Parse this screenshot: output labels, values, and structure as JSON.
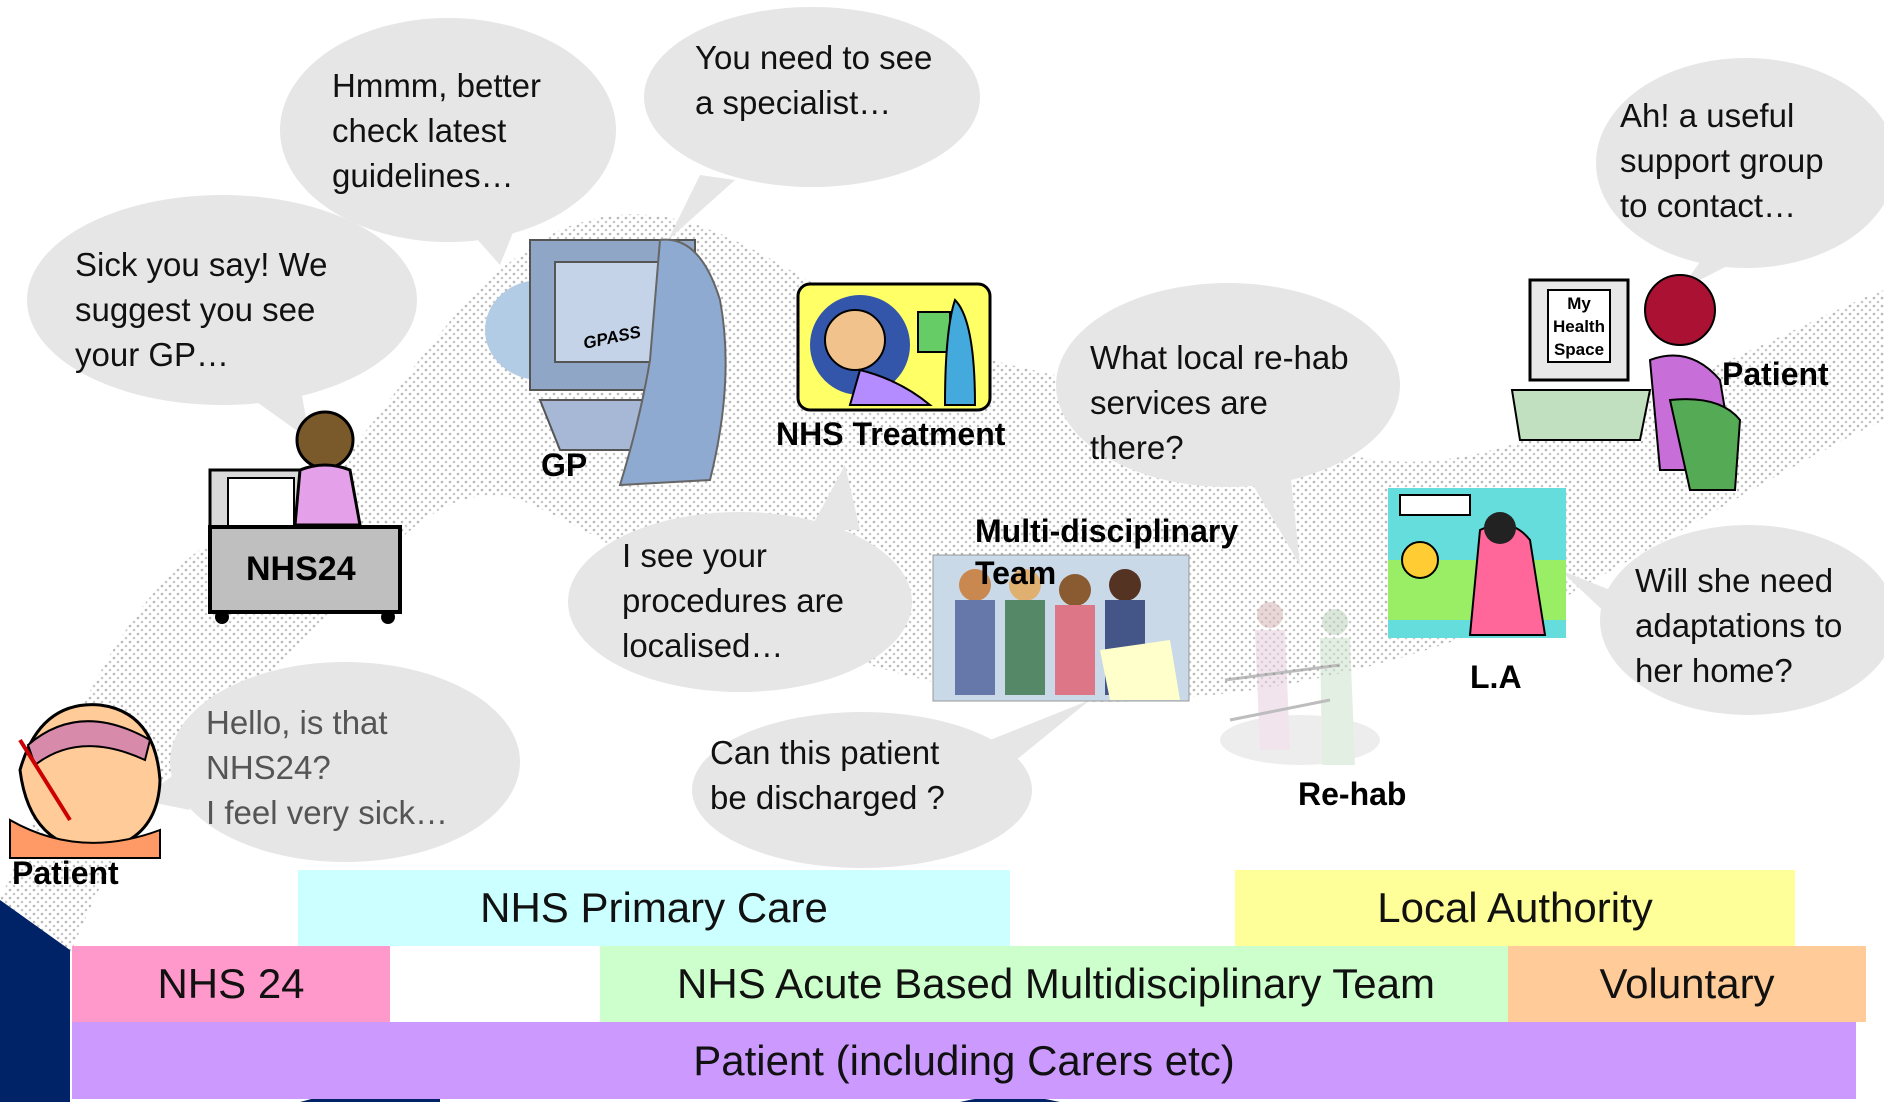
{
  "bubbles": {
    "nhs24_reply": "Sick you say!  We\nsuggest you see\nyour GP…",
    "gp_check": "Hmmm, better\ncheck latest\nguidelines…",
    "gp_specialist": "You need to see\na specialist…",
    "treatment": "I see your\nprocedures are\nlocalised…",
    "discharge": "Can this patient\nbe discharged ?",
    "rehab_services": "What local re-hab\nservices are\nthere?",
    "support_group": "Ah! a useful\nsupport group\nto contact…",
    "adaptations": "Will she need\nadaptations to\nher home?",
    "patient_call": "Hello, is that\nNHS24?\nI feel very sick…"
  },
  "labels": {
    "nhs24_desk": "NHS24",
    "gp": "GP",
    "nhs_treatment": "NHS Treatment",
    "mdt": "Multi-disciplinary\n              Team",
    "la": "L.A",
    "rehab": "Re-hab",
    "patient_home": "Patient",
    "patient_start": "Patient",
    "gpass": "GPASS",
    "health_space": "My\nHealth\nSpace"
  },
  "bands": {
    "primary_care": "NHS Primary Care",
    "local_authority": "Local Authority",
    "nhs24": "NHS 24",
    "acute_mdt": "NHS Acute Based Multidisciplinary Team",
    "voluntary": "Voluntary",
    "patient": "Patient (including Carers etc)"
  },
  "colors": {
    "primary_care": "#ccffff",
    "local_authority": "#ffff99",
    "nhs24": "#ff99cc",
    "acute_mdt": "#ccffcc",
    "voluntary": "#ffcc99",
    "patient": "#cc99ff",
    "bubble": "#e6e6e6",
    "navy": "#002266"
  }
}
